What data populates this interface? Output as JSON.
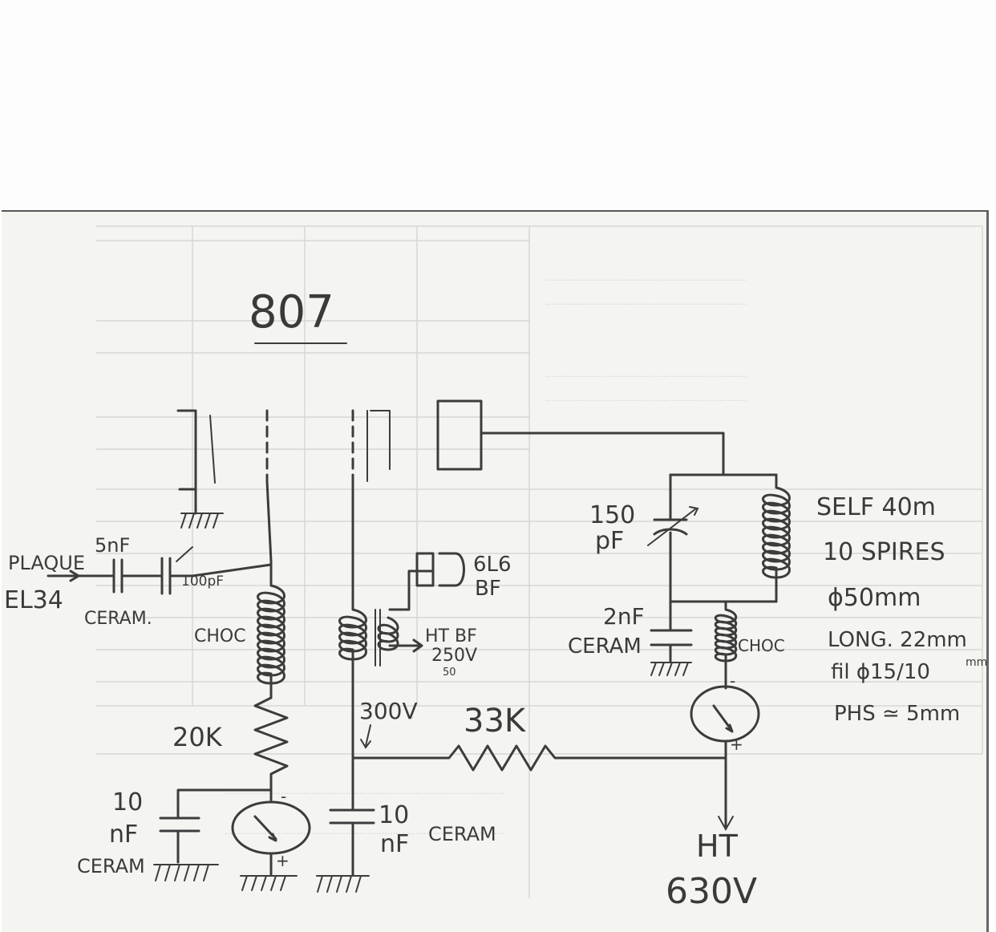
{
  "title": "807",
  "labels": {
    "input_source": [
      "PLAQUE",
      "EL34"
    ],
    "input_cap": "5nF",
    "input_cap_type": "CERAM.",
    "coupling_cap": "100pF",
    "choke_left": "CHOC",
    "grid_resistor": "20K",
    "left_cap": [
      "10",
      "nF",
      "CERAM"
    ],
    "meter_sign_minus": "-",
    "meter_sign_plus": "+",
    "tube_bf": [
      "6L6",
      "BF"
    ],
    "ht_bf": [
      "HT BF",
      "250V"
    ],
    "ht_bf_extra": "50",
    "screen_voltage": "300V",
    "screen_resistor": "33K",
    "mid_cap": [
      "10",
      "nF",
      "CERAM"
    ],
    "tank_cap": [
      "150",
      "pF"
    ],
    "self_note": [
      "SELF 40m",
      "10 SPIRES",
      "ϕ50mm",
      "LONG. 22mm",
      "fil ϕ15/10"
    ],
    "bypass_cap": [
      "2nF",
      "CERAM"
    ],
    "choke_right": "CHOC",
    "ht_label": "HT",
    "ht_voltage": "630V",
    "pencil_note": "PHS ≃ 5mm",
    "margin_note": "mm"
  }
}
